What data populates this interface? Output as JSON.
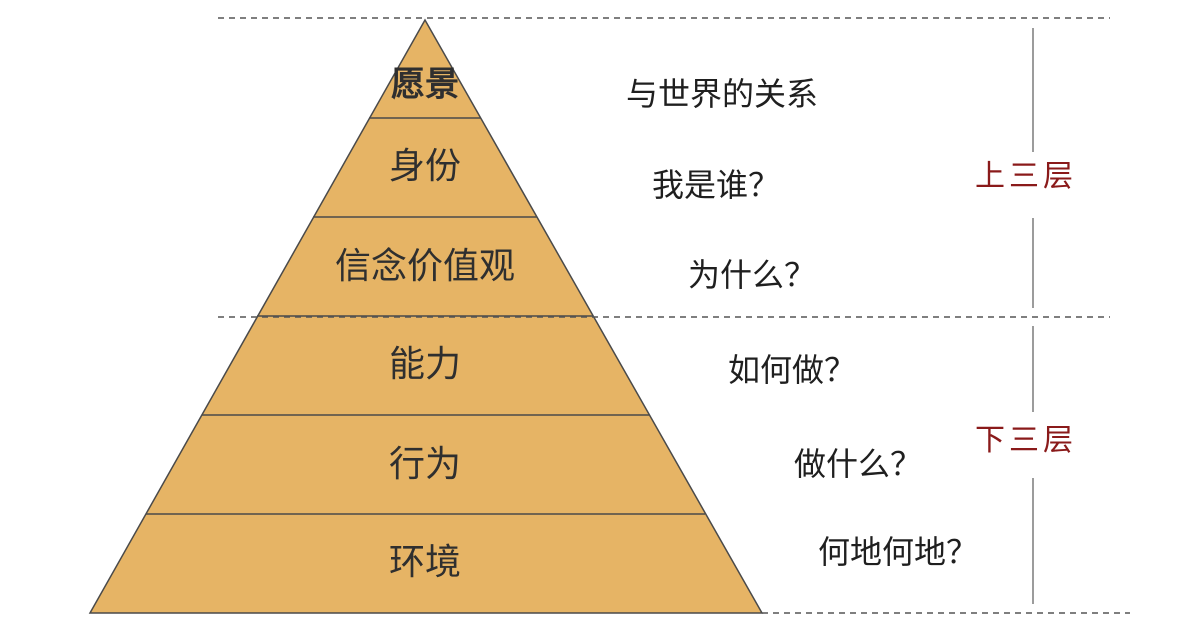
{
  "pyramid": {
    "layers": [
      {
        "label": "愿景",
        "question": "与世界的关系"
      },
      {
        "label": "身份",
        "question": "我是谁？"
      },
      {
        "label": "信念价值观",
        "question": "为什么？"
      },
      {
        "label": "能力",
        "question": "如何做？"
      },
      {
        "label": "行为",
        "question": "做什么？"
      },
      {
        "label": "环境",
        "question": "何地何地？"
      }
    ]
  },
  "groups": {
    "upper": {
      "label": "上三层"
    },
    "lower": {
      "label": "下三层"
    }
  },
  "colors": {
    "layer_fill": "#e6b465",
    "group_label": "#8a1a1a"
  }
}
